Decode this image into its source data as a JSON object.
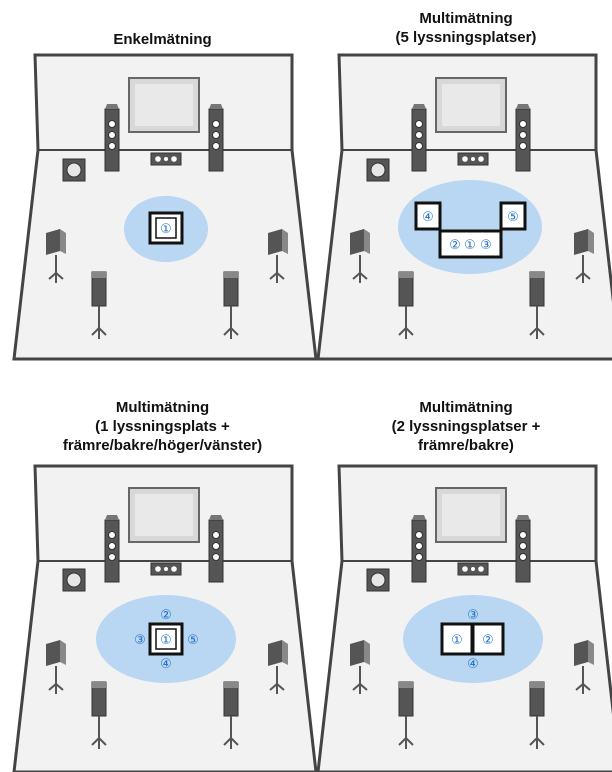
{
  "panels": [
    {
      "title": "Enkelmätning",
      "listening_positions": [
        "①"
      ]
    },
    {
      "title": "Multimätning\n(5 lyssningsplatser)",
      "listening_positions": [
        "④",
        "⑤",
        "②",
        "①",
        "③"
      ]
    },
    {
      "title": "Multimätning\n(1 lyssningsplats +\nfrämre/bakre/höger/vänster)",
      "listening_positions": [
        "②",
        "③",
        "①",
        "⑤",
        "④"
      ]
    },
    {
      "title": "Multimätning\n(2 lyssningsplatser +\nfrämre/bakre)",
      "listening_positions": [
        "③",
        "①",
        "②",
        "④"
      ]
    }
  ],
  "colors": {
    "listening_area": "#b9d6f2",
    "marker": "#1e6fc4",
    "outline": "#444444",
    "floor": "#f2f2f2",
    "speaker_dark": "#555555"
  }
}
